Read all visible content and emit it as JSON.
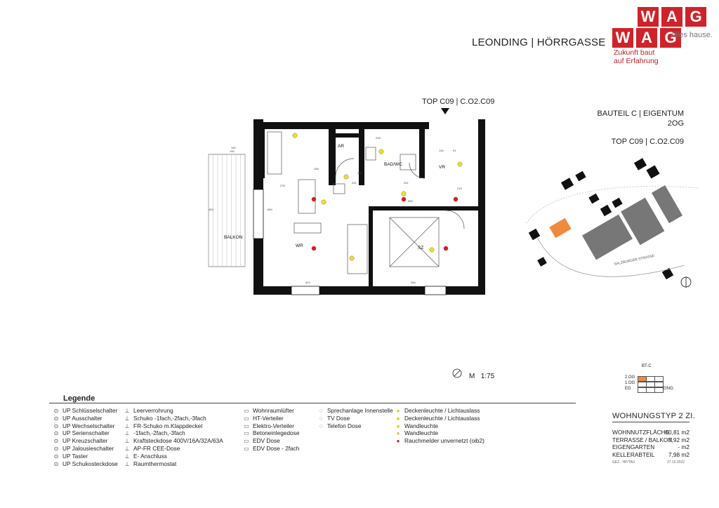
{
  "header": {
    "project_title": "LEONDING | HÖRRGASSE",
    "logo_letters": [
      "W",
      "A",
      "G"
    ],
    "logo_tagline": "Alles hause.",
    "slogan_line1": "Zukunft baut",
    "slogan_line2": "auf Erfahrung",
    "brand_color": "#d0222a"
  },
  "plan": {
    "unit_label_top": "TOP C09 | C.O2.C09",
    "room_labels": {
      "ar": "AR",
      "bad_wc": "BAD/WC",
      "vr": "VR",
      "balkon": "BALKON",
      "wr": "WR",
      "sz": "SZ"
    },
    "dimensions": [
      "190",
      "452",
      "276",
      "241",
      "241",
      "228",
      "134",
      "91",
      "156",
      "659",
      "215",
      "553",
      "522",
      "284",
      "190",
      "110"
    ],
    "wall_color": "#111111",
    "detector_color": "#d0222a",
    "ceiling_light_color": "#f2e11e"
  },
  "info": {
    "bauteil": "BAUTEIL C | EIGENTUM",
    "floor": "2OG",
    "top": "TOP C09 | C.O2.C09"
  },
  "siteplan": {
    "highlight_color": "#f08a3c",
    "street_label": "SALZBURGER STRASSE"
  },
  "scale": {
    "label": "M",
    "value": "1:75"
  },
  "floor_key": {
    "title": "BT-C",
    "rows": [
      "2.OG",
      "1.OG",
      "EG"
    ],
    "entrance": "EING.",
    "highlight_color": "#f08a3c"
  },
  "legend": {
    "title": "Legende",
    "col1": [
      "UP Schlüsselschalter",
      "UP Ausschalter",
      "UP Wechselschalter",
      "UP Serienschalter",
      "UP Kreuzschalter",
      "UP Jalousieschalter",
      "UP Taster",
      "UP Schukosteckdose"
    ],
    "col2": [
      "Leerverrohrung",
      "Schuko -1fach,-2fach,-3fach",
      "FR-Schuko m.Klappdeckel",
      "-1fach,-2fach,-3fach",
      "Kraftsteckdose 400V/16A/32A/63A",
      "AP-FR CEE-Dose",
      "E- Anschluss",
      "Raumthermostat"
    ],
    "col3": [
      "Wohnraumlüfter",
      "HT-Verteiler",
      "Elektro-Verteiler",
      "Betoneinlegedose",
      "EDV Dose",
      "EDV Dose - 2fach"
    ],
    "col4": [
      "Sprechanlage Innenstelle",
      "TV Dose",
      "Telefon Dose"
    ],
    "col5": [
      "Deckenleuchte / Lichtauslass",
      "Deckenleuchte / Lichtauslass",
      "Wandleuchte",
      "Wandleuchte",
      "Rauchmelder unvernetzt (oib2)"
    ]
  },
  "unit_type": {
    "title": "WOHNUNGSTYP  2 ZI.",
    "rows": [
      {
        "label": "WOHNNUTZFLÄCHE",
        "value": "60,81 m2"
      },
      {
        "label": "TERRASSE / BALKON",
        "value": "7,92 m2"
      },
      {
        "label": "EIGENGARTEN",
        "value": "- m2"
      },
      {
        "label": "KELLERABTEIL",
        "value": "7,98 m2"
      }
    ],
    "signature": "GEZ.: HP/TAU",
    "date": "27.10.2022"
  }
}
